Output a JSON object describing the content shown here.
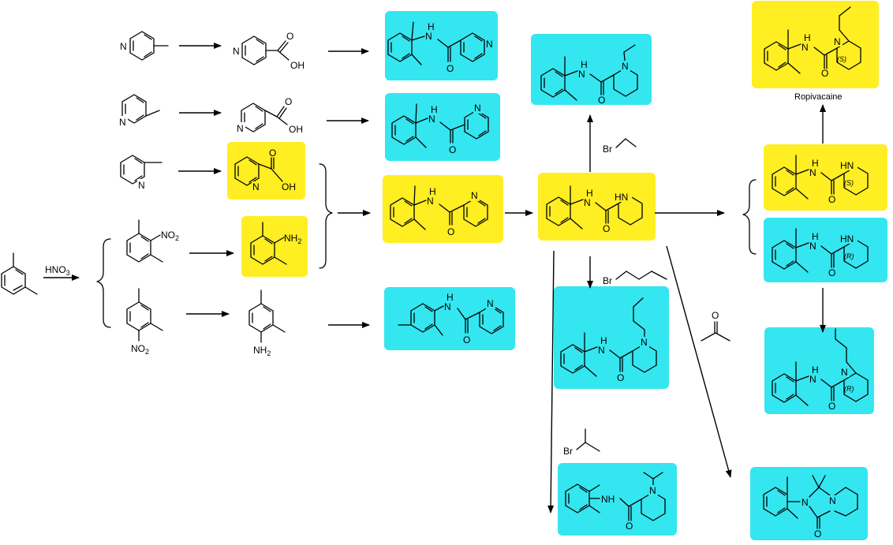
{
  "highlight_colors": {
    "yellow": "#ffee22",
    "cyan": "#33e6f0"
  },
  "labels": {
    "n": "N",
    "nh": "NH",
    "hn": "HN",
    "h": "H",
    "oh": "OH",
    "o": "O",
    "no2": "NO",
    "nh2": "NH",
    "sub2": "2",
    "br": "Br",
    "stereo_s": "(S)",
    "stereo_r": "(R)"
  },
  "reagents": {
    "nitration": "HNO",
    "nitration_sub": "3"
  },
  "captions": {
    "ropivacaine": "Ropivacaine"
  }
}
